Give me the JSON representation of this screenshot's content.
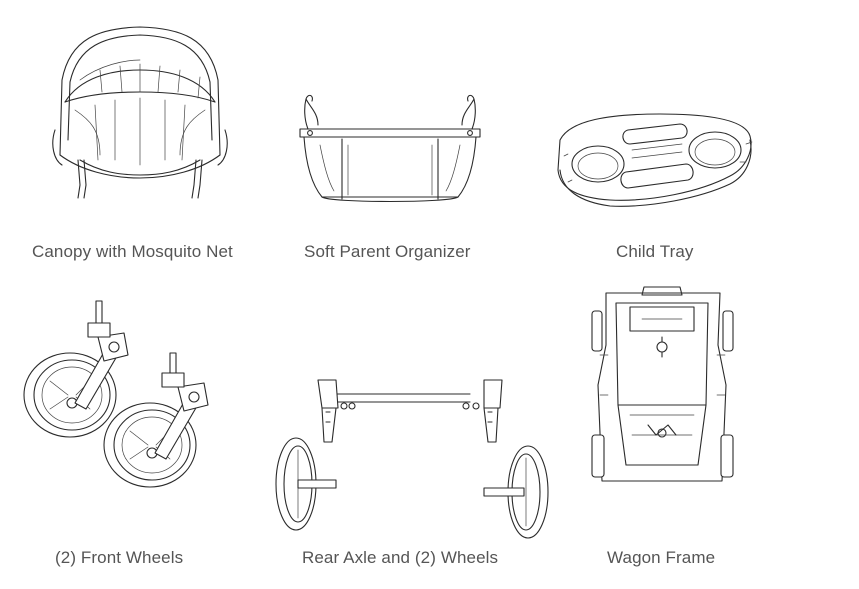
{
  "parts": [
    {
      "label": "Canopy with Mosquito Net",
      "icon": "canopy-illustration"
    },
    {
      "label": "Soft Parent Organizer",
      "icon": "organizer-illustration"
    },
    {
      "label": "Child Tray",
      "icon": "child-tray-illustration"
    },
    {
      "label": "(2) Front Wheels",
      "icon": "front-wheels-illustration"
    },
    {
      "label": "Rear Axle and (2) Wheels",
      "icon": "rear-axle-illustration"
    },
    {
      "label": "Wagon Frame",
      "icon": "wagon-frame-illustration"
    }
  ]
}
